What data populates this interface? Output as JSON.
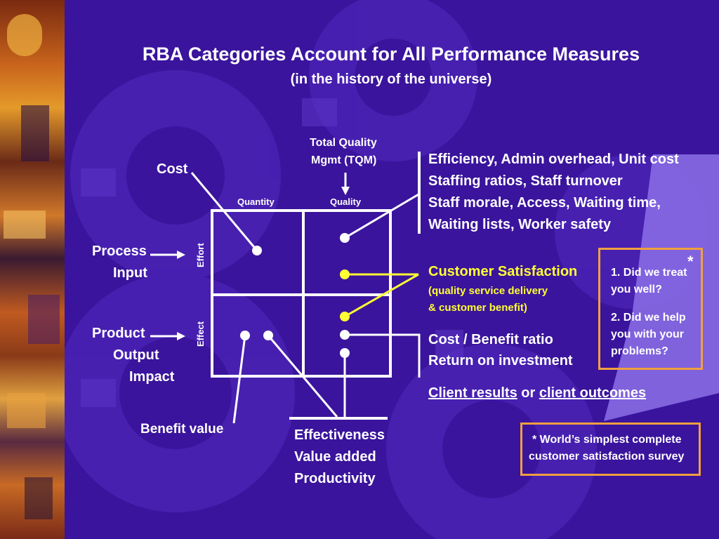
{
  "title": "RBA Categories Account for All Performance Measures",
  "subtitle": "(in the history of the universe)",
  "tqm": [
    "Total Quality",
    "Mgmt (TQM)"
  ],
  "cost": "Cost",
  "col_quantity": "Quantity",
  "col_quality": "Quality",
  "row_effort": "Effort",
  "row_effect": "Effect",
  "left_effort": [
    "Process",
    "Input"
  ],
  "left_effect": [
    "Product",
    "Output",
    "Impact"
  ],
  "benefit_value": "Benefit value",
  "effectiveness": [
    "Effectiveness",
    "Value added",
    "Productivity"
  ],
  "efficiency": [
    "Efficiency, Admin overhead, Unit cost",
    "Staffing ratios, Staff turnover",
    "Staff morale, Access, Waiting time,",
    "Waiting lists, Worker safety"
  ],
  "customer_sat": {
    "heading": "Customer Satisfaction",
    "lines": [
      "(quality service delivery",
      "& customer benefit)"
    ]
  },
  "cost_benefit": [
    "Cost / Benefit ratio",
    "Return on investment"
  ],
  "client_results": {
    "a": "Client results",
    "or": "or",
    "b": "client outcomes"
  },
  "survey": {
    "asterisk": "*",
    "q1": [
      "1. Did we treat",
      "you well?"
    ],
    "q2": [
      "2. Did we help",
      "you with your",
      "problems?"
    ]
  },
  "footnote": [
    "* World’s simplest complete",
    "customer satisfaction survey"
  ],
  "colors": {
    "background": "#3a149c",
    "accent": "#ffff33",
    "box_border": "#f0a040"
  }
}
